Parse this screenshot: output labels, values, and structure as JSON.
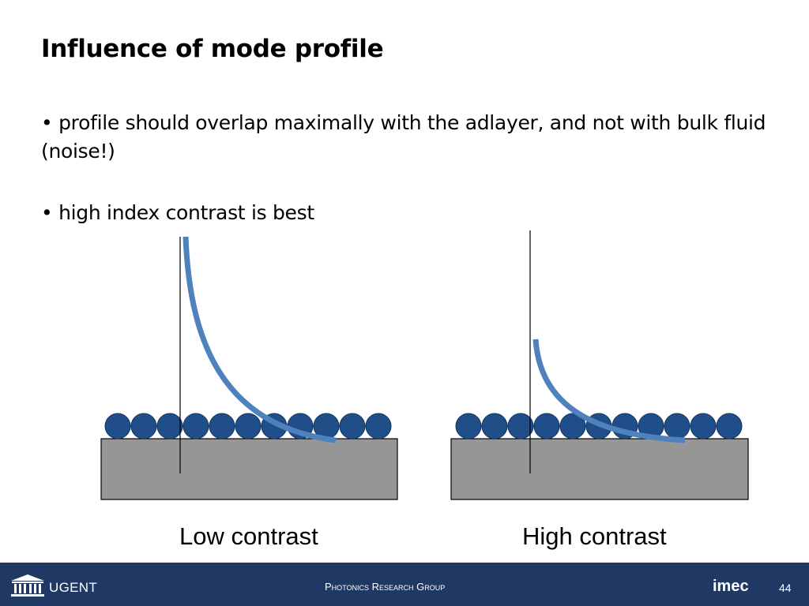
{
  "slide": {
    "title": "Influence of mode profile",
    "bullets": [
      "• profile should overlap maximally with the adlayer, and not with bulk fluid (noise!)",
      "• high index contrast is best"
    ]
  },
  "diagram": {
    "panels": [
      {
        "caption": "Low contrast",
        "molecule_count": 11
      },
      {
        "caption": "High contrast",
        "molecule_count": 11
      }
    ],
    "colors": {
      "substrate": "#969696",
      "molecule": "#1f4e89",
      "mode_profile": "#4f81bd",
      "axis": "#000000"
    }
  },
  "footer": {
    "university": "UGENT",
    "group": "Photonics Research Group",
    "partner": "imec",
    "page_number": "44",
    "background": "#1f3864"
  }
}
